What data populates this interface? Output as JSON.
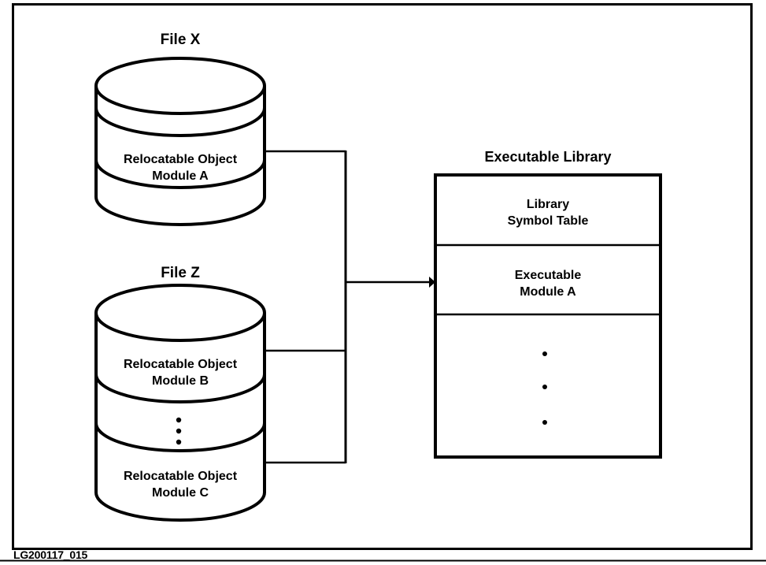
{
  "figure": {
    "caption": "LG200117_015",
    "colors": {
      "ink": "#000000",
      "paper": "#ffffff"
    }
  },
  "file_x": {
    "title": "File X",
    "module": {
      "line1": "Relocatable Object",
      "line2": "Module A"
    }
  },
  "file_z": {
    "title": "File Z",
    "module_top": {
      "line1": "Relocatable Object",
      "line2": "Module B"
    },
    "module_bottom": {
      "line1": "Relocatable Object",
      "line2": "Module C"
    }
  },
  "library": {
    "title": "Executable Library",
    "symbol_table": {
      "line1": "Library",
      "line2": "Symbol Table"
    },
    "module": {
      "line1": "Executable",
      "line2": "Module A"
    }
  }
}
